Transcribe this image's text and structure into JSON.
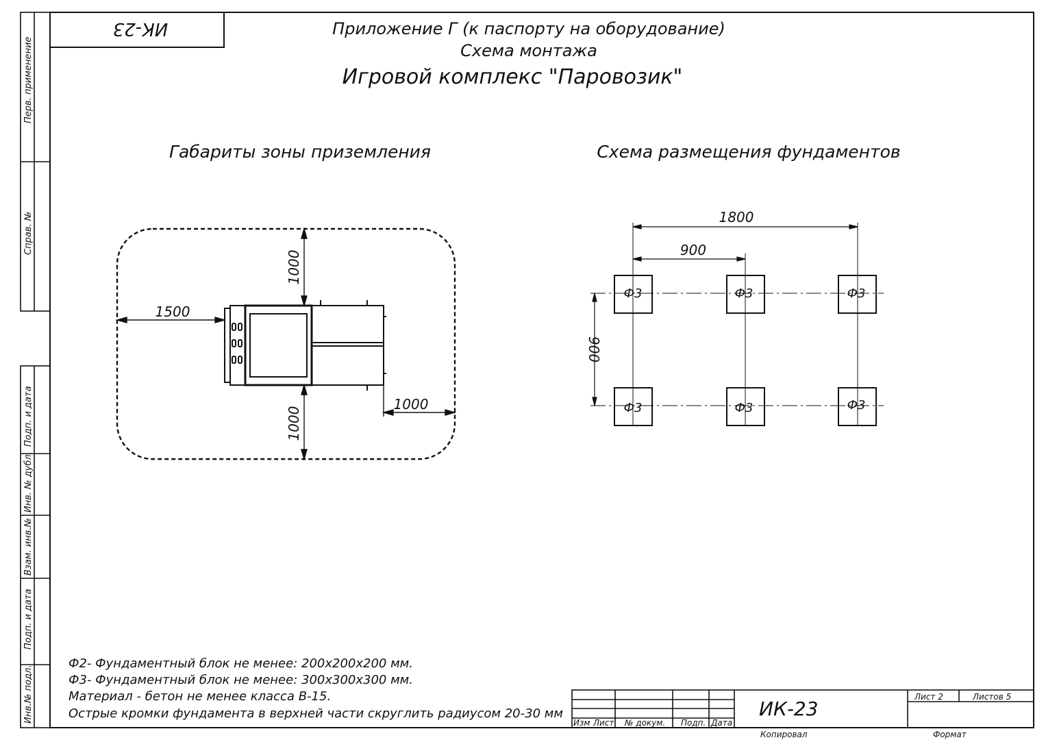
{
  "header": {
    "code_box": "ИК-23",
    "line1": "Приложение Г (к паспорту на оборудование)",
    "line2": "Схема монтажа",
    "title": "Игровой комплекс \"Паровозик\""
  },
  "left_view": {
    "title": "Габариты зоны приземления",
    "dim_top": "1000",
    "dim_left": "1500",
    "dim_right": "1000",
    "dim_bottom": "1000"
  },
  "right_view": {
    "title": "Схема размещения фундаментов",
    "dim_total_width": "1800",
    "dim_half_width": "900",
    "dim_height": "900",
    "block_labels": [
      "Ф3",
      "Ф3",
      "Ф3",
      "Ф3",
      "Ф3",
      "Ф3"
    ]
  },
  "notes": [
    "Ф2- Фундаментный блок не менее: 200х200х200 мм.",
    "Ф3- Фундаментный блок не менее: 300х300х300 мм.",
    "Материал - бетон не менее класса В-15.",
    "Острые кромки фундамента в верхней части скруглить радиусом 20-30 мм"
  ],
  "side_stamp": {
    "perv_primenenie": "Перв. применение",
    "sprav_no": "Справ. №",
    "podp_i_data_1": "Подп. и дата",
    "inv_no_dubl": "Инв. № дубл.",
    "vzam_inv_no": "Взам. инв.№",
    "podp_i_data_2": "Подп. и дата",
    "inv_no_podl": "Инв.№ подл."
  },
  "title_block": {
    "col_izm": "Изм",
    "col_list": "Лист",
    "col_no_dokum": "№ докум.",
    "col_podp": "Подп.",
    "col_data": "Дата",
    "designation": "ИК-23",
    "sheet_label": "Лист 2",
    "sheets_label": "Листов 5",
    "kopiroval": "Копировал",
    "format": "Формат"
  }
}
